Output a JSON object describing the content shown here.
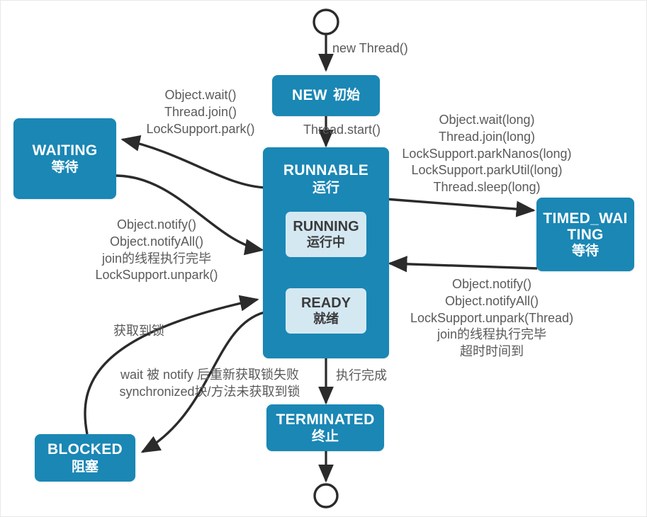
{
  "diagram": {
    "title": "Java Thread State Transition Diagram",
    "colors": {
      "state_fill": "#1a87b5",
      "inner_fill": "#d4e8f2",
      "arrow": "#2b2b2b",
      "inner_arrow": "#f6f27a",
      "label_text": "#5a5a5a",
      "state_text": "#ffffff",
      "inner_text": "#3b3b3b",
      "background": "#ffffff"
    },
    "nodes": {
      "start": {
        "kind": "start-circle"
      },
      "end": {
        "kind": "end-circle"
      },
      "new": {
        "en": "NEW",
        "cn": "初始"
      },
      "runnable": {
        "en": "RUNNABLE",
        "cn": "运行"
      },
      "running": {
        "en": "RUNNING",
        "cn": "运行中"
      },
      "ready": {
        "en": "READY",
        "cn": "就绪"
      },
      "waiting": {
        "en": "WAITING",
        "cn": "等待"
      },
      "timed_waiting": {
        "en": "TIMED_WAITING",
        "cn": "等待"
      },
      "blocked": {
        "en": "BLOCKED",
        "cn": "阻塞"
      },
      "terminated": {
        "en": "TERMINATED",
        "cn": "终止"
      }
    },
    "edge_labels": {
      "new_thread": "new Thread()",
      "thread_start": "Thread.start()",
      "to_waiting": "Object.wait()\nThread.join()\nLockSupport.park()",
      "from_waiting": "Object.notify()\nObject.notifyAll()\njoin的线程执行完毕\nLockSupport.unpark()",
      "to_timed_waiting": "Object.wait(long)\nThread.join(long)\nLockSupport.parkNanos(long)\nLockSupport.parkUtil(long)\nThread.sleep(long)",
      "from_timed_waiting": "Object.notify()\nObject.notifyAll()\nLockSupport.unpark(Thread)\njoin的线程执行完毕\n超时时间到",
      "lock_acquired": "获取到锁",
      "to_blocked": "wait 被 notify 后重新获取锁失败\nsynchronized块/方法未获取到锁",
      "execution_done": "执行完成"
    }
  }
}
